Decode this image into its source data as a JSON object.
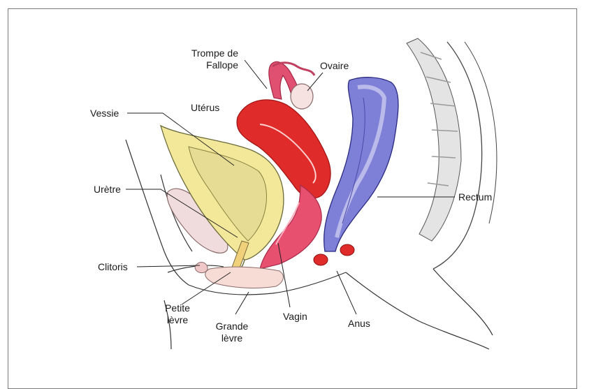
{
  "labels": {
    "trompe_line1": "Trompe de",
    "trompe_line2": "Fallope",
    "ovaire": "Ovaire",
    "uterus": "Utérus",
    "vessie": "Vessie",
    "uretre": "Urètre",
    "rectum": "Rectum",
    "clitoris": "Clitoris",
    "petite_line1": "Petite",
    "petite_line2": "lèvre",
    "grande_line1": "Grande",
    "grande_line2": "lèvre",
    "vagin": "Vagin",
    "anus": "Anus"
  },
  "colors": {
    "uterus": "#e02b2b",
    "uterus_dark": "#a11616",
    "vagina": "#e85070",
    "bladder": "#f3e89a",
    "bladder_inner": "#d9cf8c",
    "rectum": "#7e7fd6",
    "rectum_light": "#c9c9f0",
    "ovary": "#f4d6d6",
    "outline": "#333333",
    "leader": "#222222",
    "bone": "#cfcfcf"
  }
}
